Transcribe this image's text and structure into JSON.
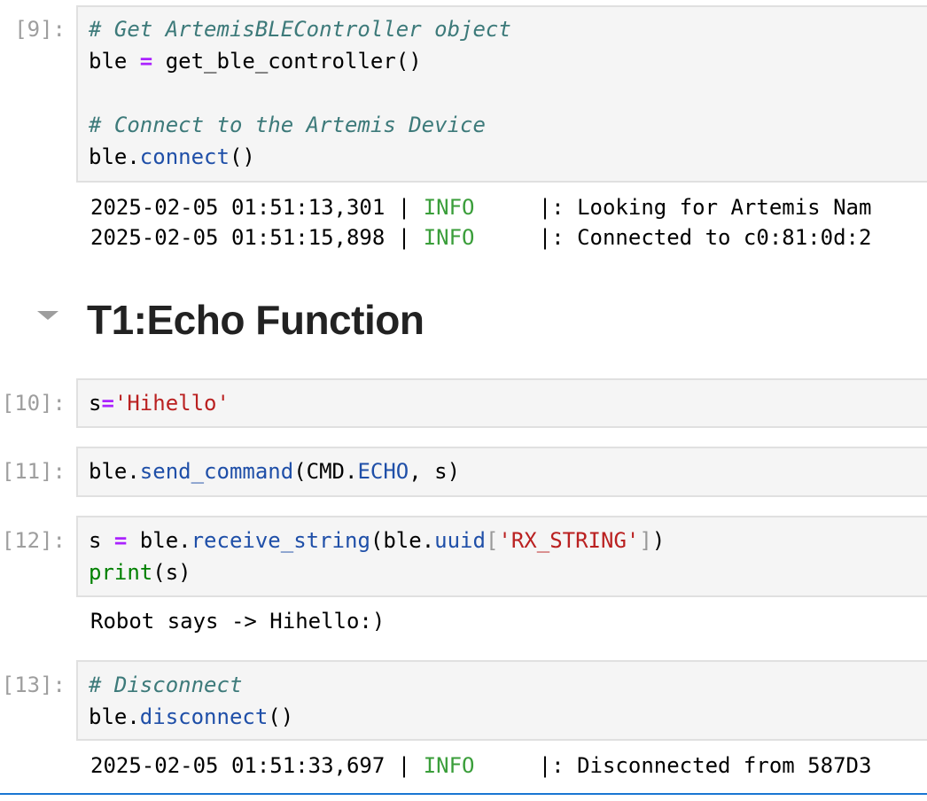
{
  "cells": [
    {
      "prompt": "[9]:",
      "code": {
        "comment1": "# Get ArtemisBLEController object",
        "l2a": "ble ",
        "l2op": "=",
        "l2b": " get_ble_controller()",
        "comment2": "# Connect to the Artemis Device",
        "l5a": "ble.",
        "l5fn": "connect",
        "l5b": "()"
      },
      "output": [
        {
          "ts": "2025-02-05 01:51:13,301 | ",
          "level": "INFO",
          "msg": "     |: Looking for Artemis Nam"
        },
        {
          "ts": "2025-02-05 01:51:15,898 | ",
          "level": "INFO",
          "msg": "     |: Connected to c0:81:0d:2"
        }
      ]
    },
    {
      "prompt": "[10]:",
      "code": {
        "a": "s",
        "op": "=",
        "str": "'Hihello'"
      }
    },
    {
      "prompt": "[11]:",
      "code": {
        "a": "ble.",
        "fn": "send_command",
        "b": "(CMD.",
        "attr": "ECHO",
        "c": ", s)"
      }
    },
    {
      "prompt": "[12]:",
      "code": {
        "a": "s ",
        "op": "=",
        "b": " ble.",
        "fn": "receive_string",
        "c": "(ble.",
        "attr": "uuid",
        "br1": "[",
        "str": "'RX_STRING'",
        "br2": "]",
        "d": ")",
        "print": "print",
        "e": "(s)"
      },
      "output": "Robot says -> Hihello:)"
    },
    {
      "prompt": "[13]:",
      "code": {
        "comment": "# Disconnect",
        "a": "ble.",
        "fn": "disconnect",
        "b": "()"
      },
      "output": {
        "ts": "2025-02-05 01:51:33,697 | ",
        "level": "INFO",
        "msg": "     |: Disconnected from 587D3"
      }
    }
  ],
  "heading": "T1:Echo Function"
}
